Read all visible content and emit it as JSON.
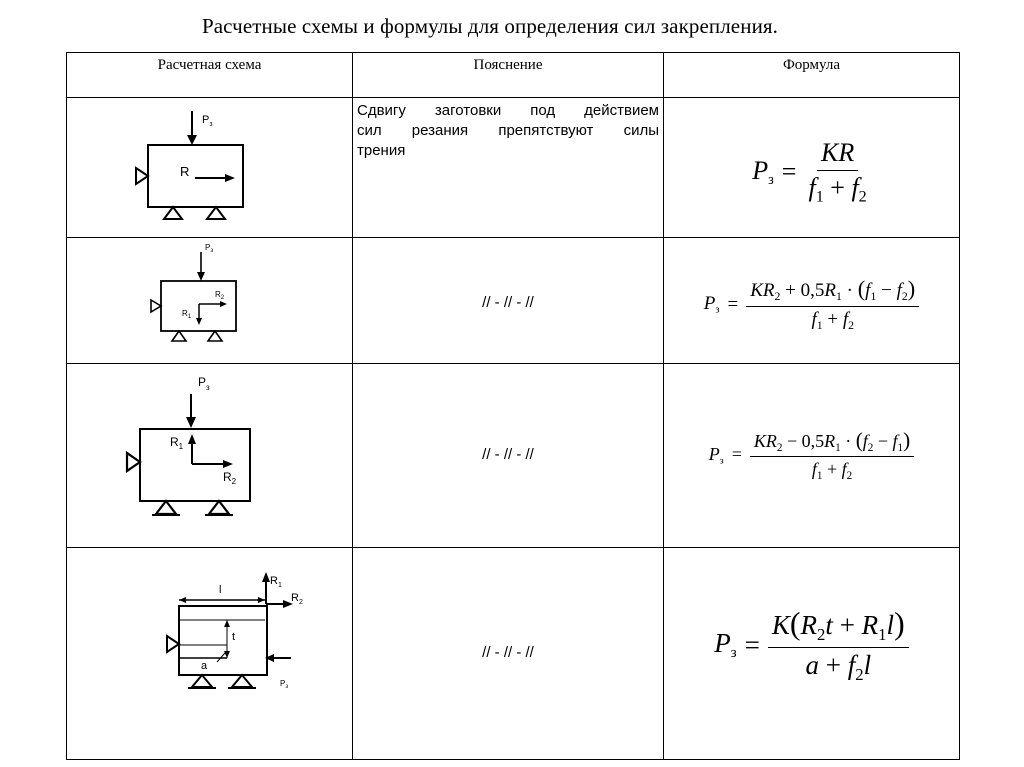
{
  "title": "Расчетные схемы и формулы для определения сил закрепления.",
  "headers": {
    "scheme": "Расчетная схема",
    "explanation": "Пояснение",
    "formula": "Формула"
  },
  "rows": [
    {
      "explanation_lines": [
        "Сдвигу заготовки под действием",
        "сил резания препятствуют силы",
        "трения"
      ],
      "scheme_labels": {
        "clamp": "P",
        "clamp_sub": "з",
        "force": "R"
      },
      "formula": {
        "lhs": "P",
        "lhs_sub": "з",
        "num": "KR",
        "den_a": "f",
        "den_a_sub": "1",
        "den_op": "+",
        "den_b": "f",
        "den_b_sub": "2"
      }
    },
    {
      "explanation": "// - // - //",
      "scheme_labels": {
        "clamp": "P",
        "clamp_sub": "з",
        "r2": "R",
        "r2_sub": "2",
        "r1": "R",
        "r1_sub": "1"
      },
      "formula": {
        "lhs": "P",
        "lhs_sub": "з",
        "num_a": "KR",
        "num_a_sub": "2",
        "num_op": "+",
        "num_coef": "0,5",
        "num_b": "R",
        "num_b_sub": "1",
        "dot": "·",
        "paren_open": "(",
        "p_a": "f",
        "p_a_sub": "1",
        "p_op": "−",
        "p_b": "f",
        "p_b_sub": "2",
        "paren_close": ")",
        "den_a": "f",
        "den_a_sub": "1",
        "den_op": "+",
        "den_b": "f",
        "den_b_sub": "2"
      }
    },
    {
      "explanation": "// - // - //",
      "scheme_labels": {
        "clamp": "P",
        "clamp_sub": "з",
        "r1": "R",
        "r1_sub": "1",
        "r2": "R",
        "r2_sub": "2"
      },
      "formula": {
        "lhs": "P",
        "lhs_sub": "з",
        "num_a": "KR",
        "num_a_sub": "2",
        "num_op": "−",
        "num_coef": "0,5",
        "num_b": "R",
        "num_b_sub": "1",
        "dot": "·",
        "paren_open": "(",
        "p_a": "f",
        "p_a_sub": "2",
        "p_op": "−",
        "p_b": "f",
        "p_b_sub": "1",
        "paren_close": ")",
        "den_a": "f",
        "den_a_sub": "1",
        "den_op": "+",
        "den_b": "f",
        "den_b_sub": "2"
      }
    },
    {
      "explanation": "// - // - //",
      "scheme_labels": {
        "l": "l",
        "t": "t",
        "a": "a",
        "r1": "R",
        "r1_sub": "1",
        "r2": "R",
        "r2_sub": "2",
        "clamp": "P",
        "clamp_sub": "з"
      },
      "formula": {
        "lhs": "P",
        "lhs_sub": "з",
        "k": "K",
        "paren_open": "(",
        "n_a": "R",
        "n_a_sub": "2",
        "n_a_var": "t",
        "n_op": "+",
        "n_b": "R",
        "n_b_sub": "1",
        "n_b_var": "l",
        "paren_close": ")",
        "den_a": "a",
        "den_op": "+",
        "den_b": "f",
        "den_b_sub": "2",
        "den_b_var": "l"
      }
    }
  ]
}
